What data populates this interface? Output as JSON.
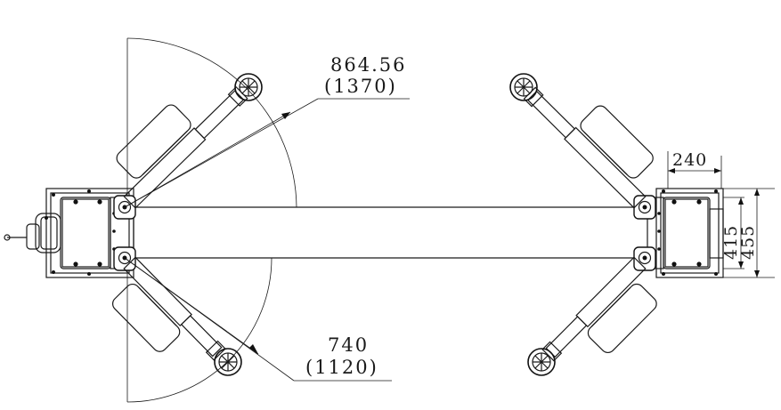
{
  "dimensions": {
    "upper_arm_reach": "864.56",
    "upper_arm_reach_alt": "(1370)",
    "lower_arm_reach": "740",
    "lower_arm_reach_alt": "(1120)",
    "column_depth": "240",
    "base_inner_width": "415",
    "base_outer_width": "455"
  }
}
